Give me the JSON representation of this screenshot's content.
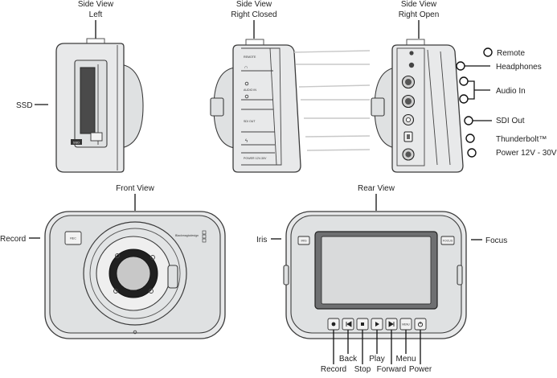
{
  "views": {
    "side_left": {
      "line1": "Side View",
      "line2": "Left"
    },
    "side_right_closed": {
      "line1": "Side View",
      "line2": "Right Closed"
    },
    "side_right_open": {
      "line1": "Side View",
      "line2": "Right Open"
    },
    "front": "Front View",
    "rear": "Rear View"
  },
  "callouts": {
    "ssd": "SSD",
    "record_front": "Record",
    "iris": "Iris",
    "focus": "Focus"
  },
  "ports": [
    "Remote",
    "Headphones",
    "Audio In",
    "SDI Out",
    "Thunderbolt™",
    "Power 12V - 30V"
  ],
  "rear_buttons": [
    "Record",
    "Back",
    "Stop",
    "Play",
    "Forward",
    "Menu",
    "Power"
  ],
  "device_text": {
    "brand": "Blackmagicdesign",
    "rec_key": "REC",
    "iris_key": "IRIS",
    "focus_key": "FOCUS",
    "ssd_badge": "SSD",
    "menu_key": "MENU",
    "panel_remote": "REMOTE",
    "panel_audio": "AUDIO IN",
    "panel_sdi": "SDI OUT",
    "panel_power": "POWER 12V-30V"
  },
  "colors": {
    "outline": "#3b3b3b",
    "body_fill": "#e8e9ea",
    "guide_line": "#c8c8c8",
    "leader": "#111111"
  }
}
